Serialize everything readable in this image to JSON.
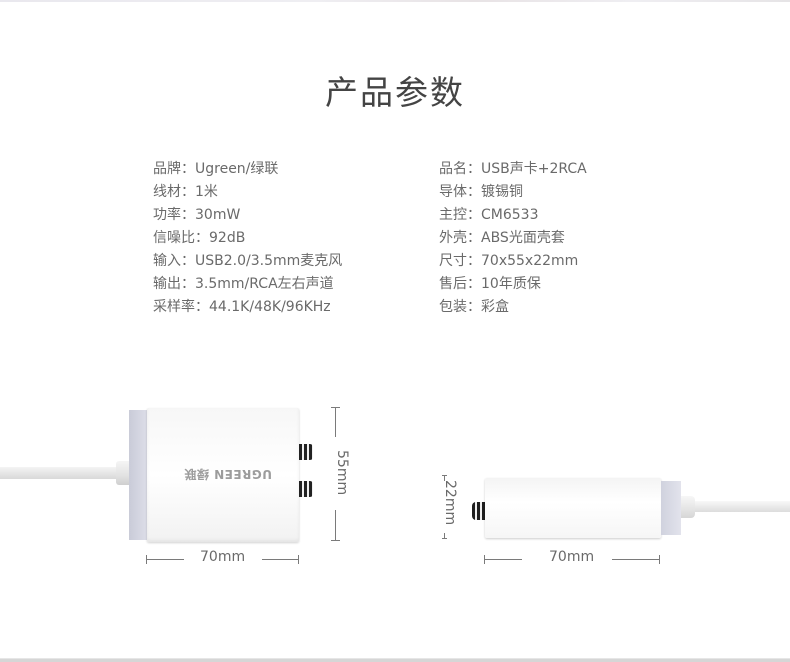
{
  "title": "产品参数",
  "specs": {
    "left": [
      {
        "key": "品牌",
        "value": "Ugreen/绿联"
      },
      {
        "key": "线材",
        "value": "1米"
      },
      {
        "key": "功率",
        "value": "30mW"
      },
      {
        "key": "信噪比",
        "value": "92dB"
      },
      {
        "key": "输入",
        "value": "USB2.0/3.5mm麦克风"
      },
      {
        "key": "输出",
        "value": "3.5mm/RCA左右声道"
      },
      {
        "key": "采样率",
        "value": "44.1K/48K/96KHz"
      }
    ],
    "right": [
      {
        "key": "品名",
        "value": "USB声卡+2RCA"
      },
      {
        "key": "导体",
        "value": "镀锡铜"
      },
      {
        "key": "主控",
        "value": "CM6533"
      },
      {
        "key": "外壳",
        "value": "ABS光面壳套"
      },
      {
        "key": "尺寸",
        "value": "70x55x22mm"
      },
      {
        "key": "售后",
        "value": "10年质保"
      },
      {
        "key": "包装",
        "value": "彩盒"
      }
    ]
  },
  "top_view": {
    "logo": "UGREEN 绿联",
    "height_label": "55mm",
    "width_label": "70mm"
  },
  "side_view": {
    "thickness_label": "22mm",
    "width_label": "70mm"
  },
  "colors": {
    "text": "#666666",
    "title": "#444444",
    "body": "#ffffff",
    "plug_end": "#cfd1dd",
    "rca": "#222222"
  }
}
